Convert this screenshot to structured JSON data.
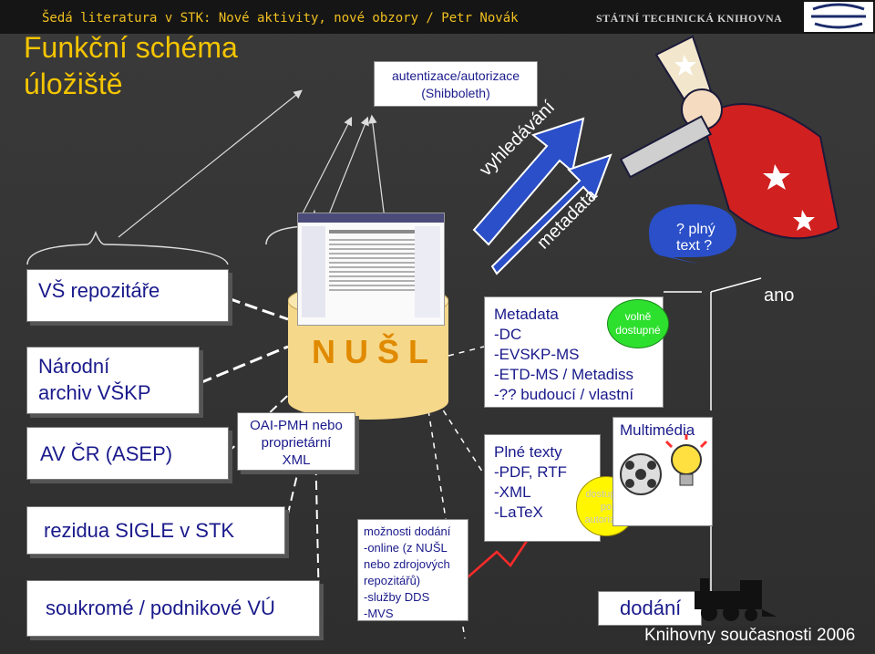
{
  "header": {
    "series_title": "Šedá literatura v STK: Nové aktivity, nové obzory / Petr Novák",
    "institution": "STÁTNÍ TECHNICKÁ KNIHOVNA",
    "logo_icon": "stk-logo-icon"
  },
  "slide": {
    "title": "Funkční schéma\núložiště",
    "auth": "autentizace/autorizace\n(Shibboleth)"
  },
  "sources": [
    "VŠ repozitáře",
    "Národní\narchiv VŠKP",
    "AV ČR (ASEP)",
    "rezidua SIGLE v STK",
    "soukromé / podnikové VÚ"
  ],
  "harvest": "OAI-PMH nebo\nproprietární\nXML",
  "nusl": "NUŠL",
  "access": "možnosti dodání\n-online (z NUŠL\nnebo zdrojových\nrepozitářů)\n-služby DDS\n-MVS",
  "arrows": {
    "search": "vyhledávání",
    "metadata": "metadata"
  },
  "metadata_box": "Metadata\n-DC\n-EVSKP-MS\n-ETD-MS / Metadiss\n-?? budoucí / vlastní",
  "free_badge": "volně\ndostupné",
  "fulltext_box": "Plné texty\n-PDF, RTF\n-XML\n-LaTeX",
  "auth_badge": "dostupné\npo\nautorizaci",
  "multimedia": "Multimédia",
  "fulltext_question": "? plný\ntext ?",
  "yes": "ano",
  "delivery": "dodání",
  "footer": "Knihovny současnosti 2006",
  "colors": {
    "background": "#333333",
    "title": "#f3c400",
    "text_blue": "#1a1a8c",
    "free_green": "#2ee02e",
    "auth_yellow": "#fff600",
    "arrow_blue": "#2a4fc8"
  }
}
